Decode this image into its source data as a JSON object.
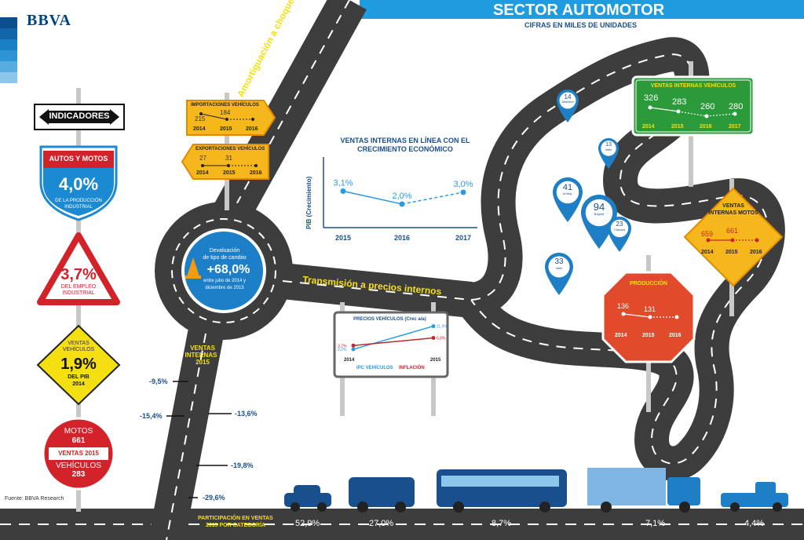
{
  "header": {
    "logo": "BBVA",
    "title": "SECTOR AUTOMOTOR",
    "subtitle": "CIFRAS EN MILES DE UNIDADES"
  },
  "colors": {
    "road": "#3d3d3d",
    "brand_blue": "#1b8ad3",
    "title_blue": "#1f9be0",
    "green_sign": "#2a9a3b",
    "yellow_sign": "#f4c21a",
    "orange_sign": "#f39c12",
    "red_sign": "#d2232a",
    "pin_blue": "#1f7fc6"
  },
  "indicators": {
    "header_sign": "INDICADORES",
    "autos_motos": {
      "label": "AUTOS Y MOTOS",
      "value": "4,0%",
      "note_line1": "DE LA PRODUCCIÓN",
      "note_line2": "INDUSTRIAL"
    },
    "empleo": {
      "value": "3,7%",
      "note_line1": "DEL EMPLEO",
      "note_line2": "INDUSTRIAL"
    },
    "ventas_pib": {
      "label_line1": "VENTAS",
      "label_line2": "VEHÍCULOS",
      "value": "1,9%",
      "note_line1": "DEL PIB",
      "note_line2": "2014"
    },
    "ventas_2015": {
      "motos_label": "MOTOS",
      "motos_value": "661",
      "label": "VENTAS 2015",
      "vehiculos_label": "VEHÍCULOS",
      "vehiculos_value": "283"
    }
  },
  "source": "Fuente: BBVA Research",
  "roads": {
    "diagonal_label": "Amortiguación a choques externos",
    "horizontal_label": "Transmisión a precios internos",
    "ventas_internas_label_line1": "VENTAS",
    "ventas_internas_label_line2": "INTERNAS",
    "ventas_internas_label_line3": "2015"
  },
  "roundabout": {
    "line1": "Devaluación",
    "line2": "de tipo de cambio",
    "value": "+68,0%",
    "line3": "entre julio de 2014 y",
    "line4": "diciembre de 2015"
  },
  "importaciones": {
    "title": "IMPORTACIONES VEHÍCULOS",
    "values": [
      "215",
      "184",
      ""
    ],
    "years": [
      "2014",
      "2015",
      "2016"
    ]
  },
  "exportaciones": {
    "title": "EXPORTACIONES VEHÍCULOS",
    "values": [
      "27",
      "31",
      ""
    ],
    "years": [
      "2014",
      "2015",
      "2016"
    ]
  },
  "chart_data": {
    "type": "line",
    "title": "VENTAS INTERNAS EN LÍNEA CON EL CRECIMIENTO ECONÓMICO",
    "ylabel": "PIB (Crecimiento)",
    "categories": [
      "2015",
      "2016",
      "2017"
    ],
    "values": [
      3.1,
      2.0,
      3.0
    ],
    "value_labels": [
      "3,1%",
      "2,0%",
      "3,0%"
    ],
    "ylim": [
      0,
      6
    ]
  },
  "precios_board": {
    "title": "PRECIOS VEHÍCULOS (Crec a/a)",
    "years": [
      "2014",
      "2015"
    ],
    "series": [
      {
        "name": "IPC VEHÍCULOS",
        "values": [
          2.2,
          11.5
        ],
        "labels": [
          "2,2%",
          "11,5%"
        ],
        "color": "#2b9be0"
      },
      {
        "name": "INFLACIÓN",
        "values": [
          3.7,
          6.8
        ],
        "labels": [
          "3,7%",
          "6,8%"
        ],
        "color": "#c0282d"
      }
    ]
  },
  "ventas_internas_vehiculos": {
    "title": "VENTAS INTERNAS VEHÍCULOS",
    "values": [
      "326",
      "283",
      "260",
      "280"
    ],
    "years": [
      "2014",
      "2015",
      "2016",
      "2017"
    ]
  },
  "ventas_internas_motos": {
    "title_line1": "VENTAS",
    "title_line2": "INTERNAS MOTOS",
    "values": [
      "659",
      "661",
      ""
    ],
    "years": [
      "2014",
      "2015",
      "2016"
    ]
  },
  "produccion": {
    "title": "PRODUCCIÓN",
    "values": [
      "136",
      "131",
      ""
    ],
    "years": [
      "2014",
      "2015",
      "2016"
    ]
  },
  "pins": [
    {
      "value": "14",
      "label": "Atlántico"
    },
    {
      "value": "13",
      "label": "Valle"
    },
    {
      "value": "41",
      "label": "Antioq."
    },
    {
      "value": "94",
      "label": "Bogotá"
    },
    {
      "value": "23",
      "label": "Cámara"
    },
    {
      "value": "33",
      "label": "Valle"
    }
  ],
  "lane_changes": {
    "left": [
      "-9,5%",
      "-15,4%"
    ],
    "right": [
      "-13,6%",
      "-19,8%",
      "-29,6%"
    ]
  },
  "participacion": {
    "title_line1": "PARTICIPACIÓN EN VENTAS",
    "title_line2": "2015 POR CATEGORÍA",
    "values": [
      "52,9%",
      "27,0%",
      "8,7%",
      "7,1%",
      "4,4%"
    ]
  }
}
